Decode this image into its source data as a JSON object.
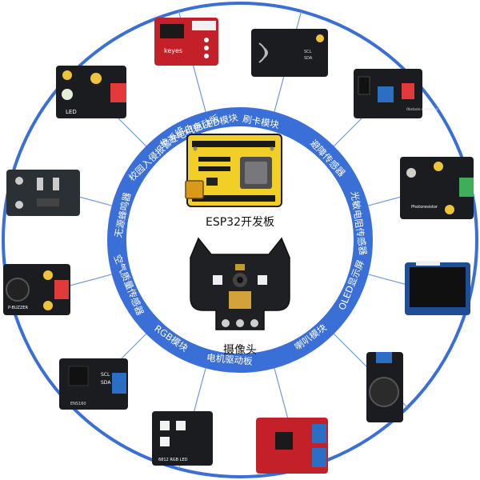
{
  "center": {
    "board_label": "ESP32开发板",
    "camera_label": "摄像头"
  },
  "ring_labels": [
    "步进电机驱动版",
    "刷卡模块",
    "避障传感器",
    "光敏电阻传感器",
    "OLED显示屏",
    "喇叭模块",
    "电机驱动板",
    "RGB模块",
    "空气质量传感器",
    "无源蜂鸣器",
    "校园入侵报警系统",
    "白色LED模块"
  ],
  "module_texts": {
    "led": "LED",
    "buzzer": "P-BUZZER",
    "photoresistor": "Photoresistor",
    "obstacle": "Obstacle Avoidance",
    "sensor": "ENS160",
    "sensor_pins": [
      "SCL",
      "SDA"
    ],
    "rgb": "6812 RGB LED",
    "stepper": "keyes",
    "rfid_pins": [
      "SCL",
      "SDA"
    ]
  },
  "colors": {
    "ring_blue": "#3a6fd8",
    "spoke_blue": "#6f98e6",
    "pcb_black": "#1a1c20",
    "pcb_red": "#c4202a",
    "connector_red": "#e23a3a",
    "connector_green": "#3fae5b",
    "connector_blue": "#2b6fc4",
    "board_yellow": "#e8c21f"
  }
}
